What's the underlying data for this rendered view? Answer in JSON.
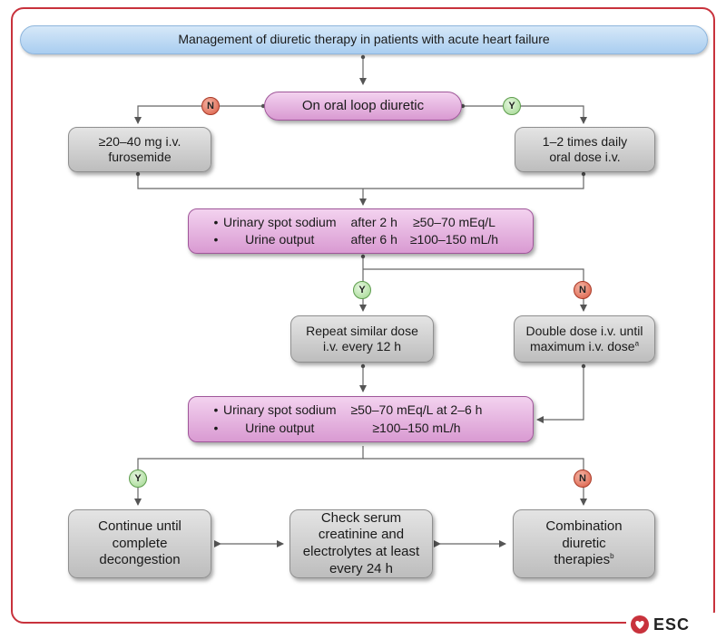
{
  "title": "Management of diuretic therapy in patients with acute heart failure",
  "decision_start": "On oral loop diuretic",
  "branch_no_start": [
    "≥20–40 mg i.v.",
    "furosemide"
  ],
  "branch_yes_start": [
    "1–2 times daily",
    "oral dose i.v."
  ],
  "check1": {
    "rows": [
      {
        "bullet": "•",
        "label": "Urinary spot sodium",
        "time": "after 2 h",
        "value": "≥50–70 mEq/L"
      },
      {
        "bullet": "•",
        "label": "Urine output",
        "time": "after 6 h",
        "value": "≥100–150 mL/h"
      }
    ]
  },
  "repeat_dose": [
    "Repeat similar dose",
    "i.v. every 12 h"
  ],
  "double_dose": [
    "Double dose i.v. until",
    "maximum i.v. dose"
  ],
  "double_dose_note": "a",
  "check2": {
    "rows": [
      {
        "bullet": "•",
        "label": "Urinary spot sodium",
        "value": "≥50–70 mEq/L at 2–6 h"
      },
      {
        "bullet": "•",
        "label": "Urine output",
        "value": "≥100–150 mL/h"
      }
    ]
  },
  "continue": [
    "Continue until",
    "complete",
    "decongestion"
  ],
  "check_serum": [
    "Check serum",
    "creatinine and",
    "electrolytes at least",
    "every 24 h"
  ],
  "combination": [
    "Combination",
    "diuretic",
    "therapies"
  ],
  "combination_note": "b",
  "labels": {
    "yes": "Y",
    "no": "N"
  },
  "logo": "ESC",
  "colors": {
    "frame": "#c8323c",
    "no_badge": "#d9573f",
    "yes_badge": "#9fd68c",
    "decision": "#d99ad2",
    "action": "#bdbdbd",
    "title_bar": "#a9cdf0"
  }
}
